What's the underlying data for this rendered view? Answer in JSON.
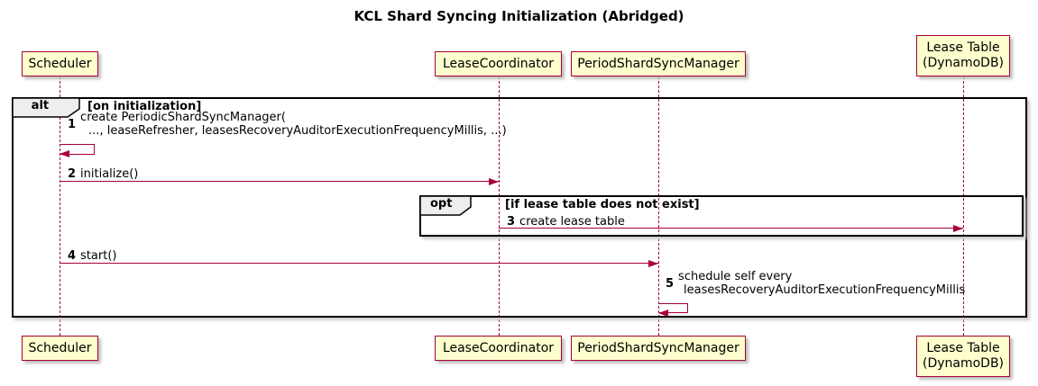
{
  "title": "KCL Shard Syncing Initialization (Abridged)",
  "diagram_type": "sequence-diagram",
  "participants": [
    {
      "id": "scheduler",
      "name": "Scheduler"
    },
    {
      "id": "lease-coordinator",
      "name": "LeaseCoordinator"
    },
    {
      "id": "period-shard-sync-manager",
      "name": "PeriodShardSyncManager"
    },
    {
      "id": "lease-table",
      "name": "Lease Table",
      "line2": "(DynamoDB)"
    }
  ],
  "frames": {
    "alt": {
      "label": "alt",
      "guard": "[on initialization]"
    },
    "opt": {
      "label": "opt",
      "guard": "[if lease table does not exist]"
    }
  },
  "messages": {
    "m1": {
      "num": "1",
      "from": "Scheduler",
      "to": "Scheduler",
      "kind": "self",
      "line1": "create PeriodicShardSyncManager(",
      "line2": "..., leaseRefresher, leasesRecoveryAuditorExecutionFrequencyMillis, ...)"
    },
    "m2": {
      "num": "2",
      "from": "Scheduler",
      "to": "LeaseCoordinator",
      "kind": "arrow",
      "text": "initialize()"
    },
    "m3": {
      "num": "3",
      "from": "LeaseCoordinator",
      "to": "Lease Table (DynamoDB)",
      "kind": "arrow",
      "text": "create lease table"
    },
    "m4": {
      "num": "4",
      "from": "Scheduler",
      "to": "PeriodShardSyncManager",
      "kind": "arrow",
      "text": "start()"
    },
    "m5": {
      "num": "5",
      "from": "PeriodShardSyncManager",
      "to": "PeriodShardSyncManager",
      "kind": "self",
      "line1": "schedule self every",
      "line2": "leasesRecoveryAuditorExecutionFrequencyMillis"
    }
  },
  "colors": {
    "participant_fill": "#FEFECE",
    "participant_border": "#A80036",
    "arrow": "#A80036",
    "lifeline": "#A80036",
    "frame_border": "#000000",
    "pentagon_fill": "#EEEEEE",
    "text": "#000000",
    "background": "#FFFFFF"
  }
}
